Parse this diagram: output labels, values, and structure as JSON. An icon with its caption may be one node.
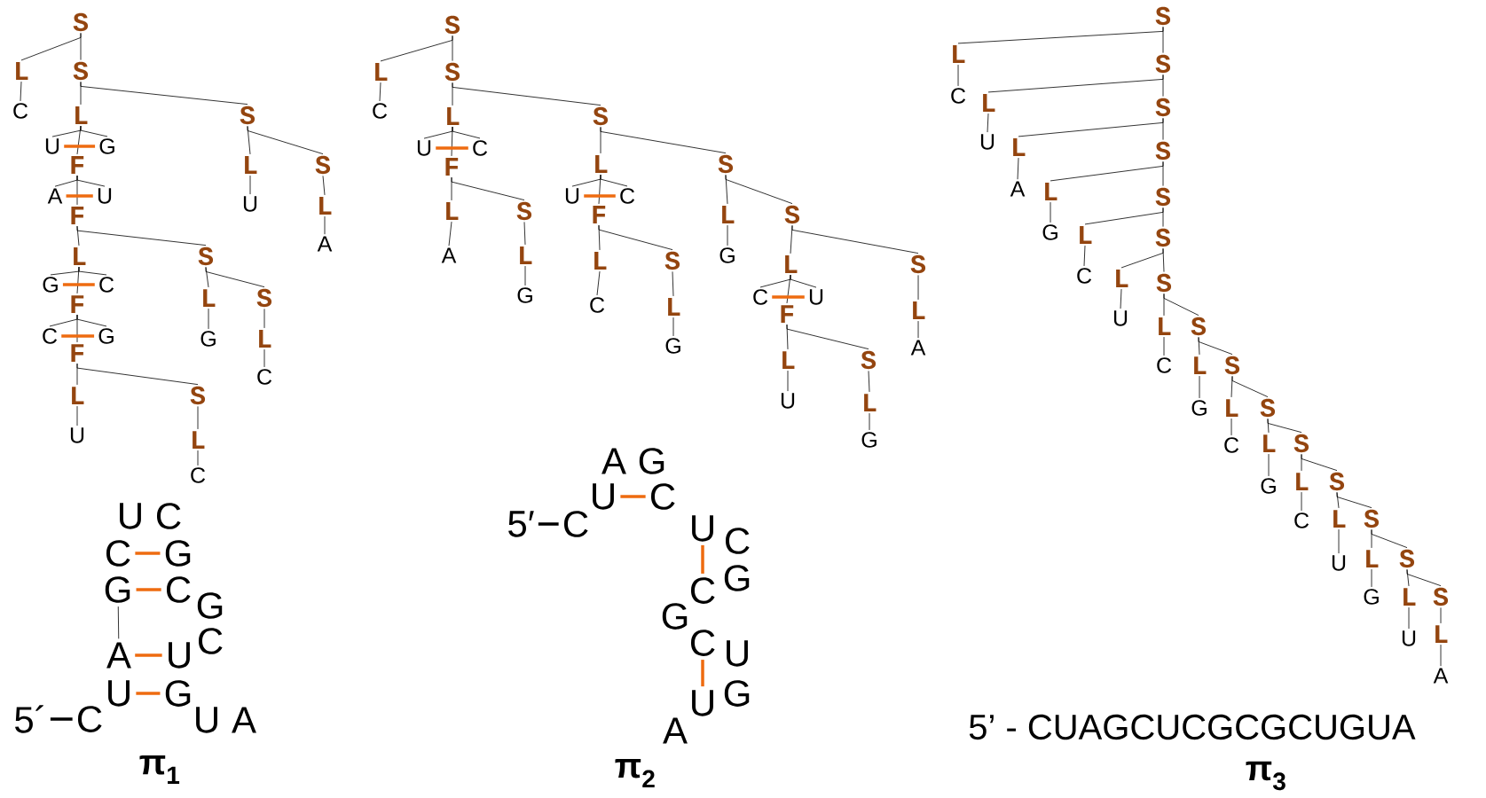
{
  "diagram": {
    "nodes": [
      {
        "text": [
          "S"
        ]
      },
      {
        "text": [
          "L"
        ]
      },
      {
        "text": [
          "S"
        ]
      },
      {
        "text": [
          "C"
        ]
      },
      {
        "text": [
          "L"
        ]
      },
      {
        "text": [
          "S"
        ]
      },
      {
        "text": [
          "U"
        ]
      },
      {
        "text": [
          "F"
        ]
      },
      {
        "text": [
          "G"
        ]
      },
      {
        "text": [
          "A"
        ]
      },
      {
        "text": [
          "F"
        ]
      },
      {
        "text": [
          "U"
        ]
      },
      {
        "text": [
          "L"
        ]
      },
      {
        "text": [
          "S"
        ]
      },
      {
        "text": [
          "U"
        ]
      },
      {
        "text": [
          "L"
        ]
      },
      {
        "text": [
          "A"
        ]
      },
      {
        "text": [
          "L"
        ]
      },
      {
        "text": [
          "S"
        ]
      },
      {
        "text": [
          "G"
        ]
      },
      {
        "text": [
          "F"
        ]
      },
      {
        "text": [
          "C"
        ]
      },
      {
        "text": [
          "C"
        ]
      },
      {
        "text": [
          "F"
        ]
      },
      {
        "text": [
          "G"
        ]
      },
      {
        "text": [
          "L"
        ]
      },
      {
        "text": [
          "S"
        ]
      },
      {
        "text": [
          "G"
        ]
      },
      {
        "text": [
          "L"
        ]
      },
      {
        "text": [
          "C"
        ]
      },
      {
        "text": [
          "L"
        ]
      },
      {
        "text": [
          "S"
        ]
      },
      {
        "text": [
          "U"
        ]
      },
      {
        "text": [
          "L"
        ]
      },
      {
        "text": [
          "C"
        ]
      },
      {
        "text": [
          "S"
        ]
      },
      {
        "text": [
          "L"
        ]
      },
      {
        "text": [
          "S"
        ]
      },
      {
        "text": [
          "C"
        ]
      },
      {
        "text": [
          "L"
        ]
      },
      {
        "text": [
          "S"
        ]
      },
      {
        "text": [
          "U"
        ]
      },
      {
        "text": [
          "F"
        ]
      },
      {
        "text": [
          "C"
        ]
      },
      {
        "text": [
          "L"
        ]
      },
      {
        "text": [
          "S"
        ]
      },
      {
        "text": [
          "A"
        ]
      },
      {
        "text": [
          "L"
        ]
      },
      {
        "text": [
          "G"
        ]
      },
      {
        "text": [
          "L"
        ]
      },
      {
        "text": [
          "S"
        ]
      },
      {
        "text": [
          "U"
        ]
      },
      {
        "text": [
          "F"
        ]
      },
      {
        "text": [
          "C"
        ]
      },
      {
        "text": [
          "L"
        ]
      },
      {
        "text": [
          "S"
        ]
      },
      {
        "text": [
          "C"
        ]
      },
      {
        "text": [
          "L"
        ]
      },
      {
        "text": [
          "G"
        ]
      },
      {
        "text": [
          "L"
        ]
      },
      {
        "text": [
          "S"
        ]
      },
      {
        "text": [
          "G"
        ]
      },
      {
        "text": [
          "L"
        ]
      },
      {
        "text": [
          "S"
        ]
      },
      {
        "text": [
          "C"
        ]
      },
      {
        "text": [
          "F"
        ]
      },
      {
        "text": [
          "U"
        ]
      },
      {
        "text": [
          "L"
        ]
      },
      {
        "text": [
          "S"
        ]
      },
      {
        "text": [
          "U"
        ]
      },
      {
        "text": [
          "L"
        ]
      },
      {
        "text": [
          "G"
        ]
      },
      {
        "text": [
          "L"
        ]
      },
      {
        "text": [
          "A"
        ]
      },
      {
        "text": [
          "S"
        ]
      },
      {
        "text": [
          "L"
        ]
      },
      {
        "text": [
          "S"
        ]
      },
      {
        "text": [
          "C"
        ]
      },
      {
        "text": [
          "L"
        ]
      },
      {
        "text": [
          "S"
        ]
      },
      {
        "text": [
          "U"
        ]
      },
      {
        "text": [
          "L"
        ]
      },
      {
        "text": [
          "S"
        ]
      },
      {
        "text": [
          "A"
        ]
      },
      {
        "text": [
          "L"
        ]
      },
      {
        "text": [
          "S"
        ]
      },
      {
        "text": [
          "G"
        ]
      },
      {
        "text": [
          "L"
        ]
      },
      {
        "text": [
          "S"
        ]
      },
      {
        "text": [
          "C"
        ]
      },
      {
        "text": [
          "L"
        ]
      },
      {
        "text": [
          "S"
        ]
      },
      {
        "text": [
          "U"
        ]
      },
      {
        "text": [
          "L"
        ]
      },
      {
        "text": [
          "S"
        ]
      },
      {
        "text": [
          "C"
        ]
      },
      {
        "text": [
          "L"
        ]
      },
      {
        "text": [
          "S"
        ]
      },
      {
        "text": [
          "G"
        ]
      },
      {
        "text": [
          "L"
        ]
      },
      {
        "text": [
          "S"
        ]
      },
      {
        "text": [
          "C"
        ]
      },
      {
        "text": [
          "L"
        ]
      },
      {
        "text": [
          "S"
        ]
      },
      {
        "text": [
          "G"
        ]
      },
      {
        "text": [
          "L"
        ]
      },
      {
        "text": [
          "S"
        ]
      },
      {
        "text": [
          "C"
        ]
      },
      {
        "text": [
          "L"
        ]
      },
      {
        "text": [
          "S"
        ]
      },
      {
        "text": [
          "U"
        ]
      },
      {
        "text": [
          "L"
        ]
      },
      {
        "text": [
          "S"
        ]
      },
      {
        "text": [
          "G"
        ]
      },
      {
        "text": [
          "L"
        ]
      },
      {
        "text": [
          "S"
        ]
      },
      {
        "text": [
          "U"
        ]
      },
      {
        "text": [
          "L"
        ]
      },
      {
        "text": [
          "A"
        ]
      },
      {
        "text": [
          "U"
        ]
      },
      {
        "text": [
          "C"
        ]
      },
      {
        "text": [
          "C"
        ]
      },
      {
        "text": [
          "G"
        ]
      },
      {
        "text": [
          "G"
        ]
      },
      {
        "text": [
          "C"
        ]
      },
      {
        "text": [
          "G"
        ]
      },
      {
        "text": [
          "A"
        ]
      },
      {
        "text": [
          "U"
        ]
      },
      {
        "text": [
          "C"
        ]
      },
      {
        "text": [
          "U"
        ]
      },
      {
        "text": [
          "G"
        ]
      },
      {
        "text": [
          "5´"
        ]
      },
      {
        "text": [
          "C"
        ]
      },
      {
        "text": [
          "U"
        ]
      },
      {
        "text": [
          "A"
        ]
      },
      {
        "text": [
          "A"
        ]
      },
      {
        "text": [
          "G"
        ]
      },
      {
        "text": [
          "U"
        ]
      },
      {
        "text": [
          "C"
        ]
      },
      {
        "text": [
          "5′"
        ]
      },
      {
        "text": [
          "C"
        ]
      },
      {
        "text": [
          "U"
        ]
      },
      {
        "text": [
          "C"
        ]
      },
      {
        "text": [
          "C"
        ]
      },
      {
        "text": [
          "G"
        ]
      },
      {
        "text": [
          "G"
        ]
      },
      {
        "text": [
          "C"
        ]
      },
      {
        "text": [
          "U"
        ]
      },
      {
        "text": [
          "U"
        ]
      },
      {
        "text": [
          "G"
        ]
      },
      {
        "text": [
          "A"
        ]
      }
    ],
    "edges": [
      {
        "from": 0,
        "to": 1,
        "arrow": "none"
      },
      {
        "from": 0,
        "to": 2,
        "arrow": "none"
      },
      {
        "from": 1,
        "to": 3,
        "arrow": "none"
      },
      {
        "from": 2,
        "to": 4,
        "arrow": "none"
      },
      {
        "from": 2,
        "to": 5,
        "arrow": "none"
      },
      {
        "from": 4,
        "to": 6,
        "arrow": "none"
      },
      {
        "from": 4,
        "to": 7,
        "arrow": "none"
      },
      {
        "from": 4,
        "to": 8,
        "arrow": "none"
      },
      {
        "from": 7,
        "to": 9,
        "arrow": "none"
      },
      {
        "from": 7,
        "to": 10,
        "arrow": "none"
      },
      {
        "from": 7,
        "to": 11,
        "arrow": "none"
      },
      {
        "from": 5,
        "to": 12,
        "arrow": "none"
      },
      {
        "from": 5,
        "to": 13,
        "arrow": "none"
      },
      {
        "from": 12,
        "to": 14,
        "arrow": "none"
      },
      {
        "from": 13,
        "to": 15,
        "arrow": "none"
      },
      {
        "from": 15,
        "to": 16,
        "arrow": "none"
      },
      {
        "from": 10,
        "to": 17,
        "arrow": "none"
      },
      {
        "from": 10,
        "to": 18,
        "arrow": "none"
      },
      {
        "from": 17,
        "to": 19,
        "arrow": "none"
      },
      {
        "from": 17,
        "to": 20,
        "arrow": "none"
      },
      {
        "from": 17,
        "to": 21,
        "arrow": "none"
      },
      {
        "from": 20,
        "to": 22,
        "arrow": "none"
      },
      {
        "from": 20,
        "to": 23,
        "arrow": "none"
      },
      {
        "from": 20,
        "to": 24,
        "arrow": "none"
      },
      {
        "from": 18,
        "to": 25,
        "arrow": "none"
      },
      {
        "from": 18,
        "to": 26,
        "arrow": "none"
      },
      {
        "from": 25,
        "to": 27,
        "arrow": "none"
      },
      {
        "from": 26,
        "to": 28,
        "arrow": "none"
      },
      {
        "from": 28,
        "to": 29,
        "arrow": "none"
      },
      {
        "from": 23,
        "to": 30,
        "arrow": "none"
      },
      {
        "from": 23,
        "to": 31,
        "arrow": "none"
      },
      {
        "from": 30,
        "to": 32,
        "arrow": "none"
      },
      {
        "from": 31,
        "to": 33,
        "arrow": "none"
      },
      {
        "from": 33,
        "to": 34,
        "arrow": "none"
      },
      {
        "from": 6,
        "to": 8,
        "arrow": "none",
        "style": "thick",
        "color": "#ee6b10"
      },
      {
        "from": 9,
        "to": 11,
        "arrow": "none",
        "style": "thick",
        "color": "#ee6b10"
      },
      {
        "from": 19,
        "to": 21,
        "arrow": "none",
        "style": "thick",
        "color": "#ee6b10"
      },
      {
        "from": 22,
        "to": 24,
        "arrow": "none",
        "style": "thick",
        "color": "#ee6b10"
      },
      {
        "from": 35,
        "to": 36,
        "arrow": "none"
      },
      {
        "from": 35,
        "to": 37,
        "arrow": "none"
      },
      {
        "from": 36,
        "to": 38,
        "arrow": "none"
      },
      {
        "from": 37,
        "to": 39,
        "arrow": "none"
      },
      {
        "from": 37,
        "to": 40,
        "arrow": "none"
      },
      {
        "from": 39,
        "to": 41,
        "arrow": "none"
      },
      {
        "from": 39,
        "to": 42,
        "arrow": "none"
      },
      {
        "from": 39,
        "to": 43,
        "arrow": "none"
      },
      {
        "from": 42,
        "to": 44,
        "arrow": "none"
      },
      {
        "from": 42,
        "to": 45,
        "arrow": "none"
      },
      {
        "from": 44,
        "to": 46,
        "arrow": "none"
      },
      {
        "from": 45,
        "to": 47,
        "arrow": "none"
      },
      {
        "from": 47,
        "to": 48,
        "arrow": "none"
      },
      {
        "from": 40,
        "to": 49,
        "arrow": "none"
      },
      {
        "from": 40,
        "to": 50,
        "arrow": "none"
      },
      {
        "from": 49,
        "to": 51,
        "arrow": "none"
      },
      {
        "from": 49,
        "to": 52,
        "arrow": "none"
      },
      {
        "from": 49,
        "to": 53,
        "arrow": "none"
      },
      {
        "from": 52,
        "to": 54,
        "arrow": "none"
      },
      {
        "from": 52,
        "to": 55,
        "arrow": "none"
      },
      {
        "from": 54,
        "to": 56,
        "arrow": "none"
      },
      {
        "from": 55,
        "to": 57,
        "arrow": "none"
      },
      {
        "from": 57,
        "to": 58,
        "arrow": "none"
      },
      {
        "from": 50,
        "to": 59,
        "arrow": "none"
      },
      {
        "from": 50,
        "to": 60,
        "arrow": "none"
      },
      {
        "from": 59,
        "to": 61,
        "arrow": "none"
      },
      {
        "from": 60,
        "to": 62,
        "arrow": "none"
      },
      {
        "from": 60,
        "to": 63,
        "arrow": "none"
      },
      {
        "from": 62,
        "to": 64,
        "arrow": "none"
      },
      {
        "from": 62,
        "to": 65,
        "arrow": "none"
      },
      {
        "from": 62,
        "to": 66,
        "arrow": "none"
      },
      {
        "from": 65,
        "to": 67,
        "arrow": "none"
      },
      {
        "from": 65,
        "to": 68,
        "arrow": "none"
      },
      {
        "from": 67,
        "to": 69,
        "arrow": "none"
      },
      {
        "from": 68,
        "to": 70,
        "arrow": "none"
      },
      {
        "from": 70,
        "to": 71,
        "arrow": "none"
      },
      {
        "from": 63,
        "to": 72,
        "arrow": "none"
      },
      {
        "from": 72,
        "to": 73,
        "arrow": "none"
      },
      {
        "from": 41,
        "to": 43,
        "arrow": "none",
        "style": "thick",
        "color": "#ee6b10"
      },
      {
        "from": 51,
        "to": 53,
        "arrow": "none",
        "style": "thick",
        "color": "#ee6b10"
      },
      {
        "from": 64,
        "to": 66,
        "arrow": "none",
        "style": "thick",
        "color": "#ee6b10"
      },
      {
        "from": 74,
        "to": 75,
        "arrow": "none"
      },
      {
        "from": 74,
        "to": 76,
        "arrow": "none"
      },
      {
        "from": 75,
        "to": 77,
        "arrow": "none"
      },
      {
        "from": 76,
        "to": 78,
        "arrow": "none"
      },
      {
        "from": 76,
        "to": 79,
        "arrow": "none"
      },
      {
        "from": 78,
        "to": 80,
        "arrow": "none"
      },
      {
        "from": 79,
        "to": 81,
        "arrow": "none"
      },
      {
        "from": 79,
        "to": 82,
        "arrow": "none"
      },
      {
        "from": 81,
        "to": 83,
        "arrow": "none"
      },
      {
        "from": 82,
        "to": 84,
        "arrow": "none"
      },
      {
        "from": 82,
        "to": 85,
        "arrow": "none"
      },
      {
        "from": 84,
        "to": 86,
        "arrow": "none"
      },
      {
        "from": 85,
        "to": 87,
        "arrow": "none"
      },
      {
        "from": 85,
        "to": 88,
        "arrow": "none"
      },
      {
        "from": 87,
        "to": 89,
        "arrow": "none"
      },
      {
        "from": 88,
        "to": 90,
        "arrow": "none"
      },
      {
        "from": 88,
        "to": 91,
        "arrow": "none"
      },
      {
        "from": 90,
        "to": 92,
        "arrow": "none"
      },
      {
        "from": 91,
        "to": 93,
        "arrow": "none"
      },
      {
        "from": 91,
        "to": 94,
        "arrow": "none"
      },
      {
        "from": 93,
        "to": 95,
        "arrow": "none"
      },
      {
        "from": 94,
        "to": 96,
        "arrow": "none"
      },
      {
        "from": 94,
        "to": 97,
        "arrow": "none"
      },
      {
        "from": 96,
        "to": 98,
        "arrow": "none"
      },
      {
        "from": 97,
        "to": 99,
        "arrow": "none"
      },
      {
        "from": 97,
        "to": 100,
        "arrow": "none"
      },
      {
        "from": 99,
        "to": 101,
        "arrow": "none"
      },
      {
        "from": 100,
        "to": 102,
        "arrow": "none"
      },
      {
        "from": 100,
        "to": 103,
        "arrow": "none"
      },
      {
        "from": 102,
        "to": 104,
        "arrow": "none"
      },
      {
        "from": 103,
        "to": 105,
        "arrow": "none"
      },
      {
        "from": 103,
        "to": 106,
        "arrow": "none"
      },
      {
        "from": 105,
        "to": 107,
        "arrow": "none"
      },
      {
        "from": 106,
        "to": 108,
        "arrow": "none"
      },
      {
        "from": 106,
        "to": 109,
        "arrow": "none"
      },
      {
        "from": 108,
        "to": 110,
        "arrow": "none"
      },
      {
        "from": 109,
        "to": 111,
        "arrow": "none"
      },
      {
        "from": 109,
        "to": 112,
        "arrow": "none"
      },
      {
        "from": 111,
        "to": 113,
        "arrow": "none"
      },
      {
        "from": 112,
        "to": 114,
        "arrow": "none"
      },
      {
        "from": 112,
        "to": 115,
        "arrow": "none"
      },
      {
        "from": 114,
        "to": 116,
        "arrow": "none"
      },
      {
        "from": 115,
        "to": 117,
        "arrow": "none"
      },
      {
        "from": 117,
        "to": 118,
        "arrow": "none"
      },
      {
        "from": 121,
        "to": 122,
        "arrow": "none",
        "style": "thick",
        "color": "#ee6b10"
      },
      {
        "from": 123,
        "to": 124,
        "arrow": "none",
        "style": "thick",
        "color": "#ee6b10"
      },
      {
        "from": 126,
        "to": 127,
        "arrow": "none",
        "style": "thick",
        "color": "#ee6b10"
      },
      {
        "from": 129,
        "to": 130,
        "arrow": "none",
        "style": "thick",
        "color": "#ee6b10"
      },
      {
        "from": 123,
        "to": 126,
        "arrow": "none"
      },
      {
        "from": 131,
        "to": 132,
        "arrow": "none",
        "style": "thick"
      },
      {
        "from": 137,
        "to": 138,
        "arrow": "none",
        "style": "thick",
        "color": "#ee6b10"
      },
      {
        "from": 141,
        "to": 143,
        "arrow": "none",
        "style": "thick",
        "color": "#ee6b10"
      },
      {
        "from": 146,
        "to": 148,
        "arrow": "none",
        "style": "thick",
        "color": "#ee6b10"
      },
      {
        "from": 139,
        "to": 140,
        "arrow": "none",
        "style": "thick"
      }
    ],
    "labels": [
      "π$_{1}$",
      "π$_{2}$",
      "5’ - CUAGCUCGCGCUGUA",
      "π$_{3}$"
    ]
  }
}
